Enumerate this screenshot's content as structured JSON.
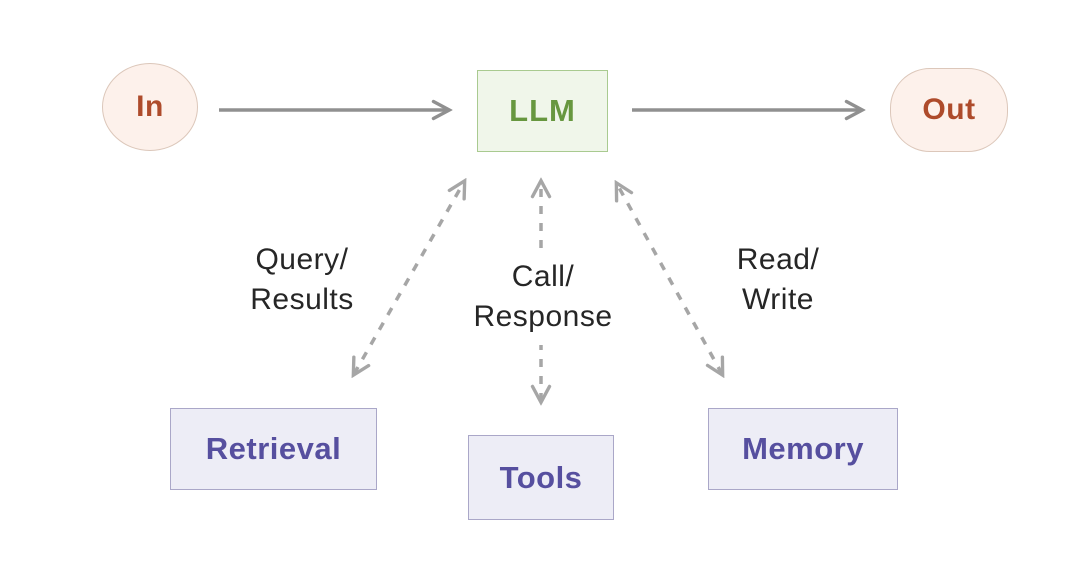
{
  "nodes": {
    "in": {
      "label": "In"
    },
    "llm": {
      "label": "LLM"
    },
    "out": {
      "label": "Out"
    },
    "retrieval": {
      "label": "Retrieval"
    },
    "tools": {
      "label": "Tools"
    },
    "memory": {
      "label": "Memory"
    }
  },
  "edges": {
    "in_to_llm": {
      "type": "solid-arrow"
    },
    "llm_to_out": {
      "type": "solid-arrow"
    },
    "llm_retrieval": {
      "type": "dashed-double-arrow",
      "label_line1": "Query/",
      "label_line2": "Results"
    },
    "llm_tools": {
      "type": "dashed-double-arrow",
      "label_line1": "Call/",
      "label_line2": "Response"
    },
    "llm_memory": {
      "type": "dashed-double-arrow",
      "label_line1": "Read/",
      "label_line2": "Write"
    }
  },
  "colors": {
    "background": "#ffffff",
    "peach_fill": "#fdf1eb",
    "peach_border": "#dcc7ba",
    "peach_text": "#ae4b2b",
    "green_fill": "#f0f6ea",
    "green_border": "#a9ca90",
    "green_text": "#67973f",
    "purple_fill": "#ededf6",
    "purple_border": "#aaa7c8",
    "purple_text": "#564f9f",
    "solid_arrow": "#909090",
    "dashed_arrow": "#a6a6a6",
    "edge_label_text": "#262626"
  }
}
